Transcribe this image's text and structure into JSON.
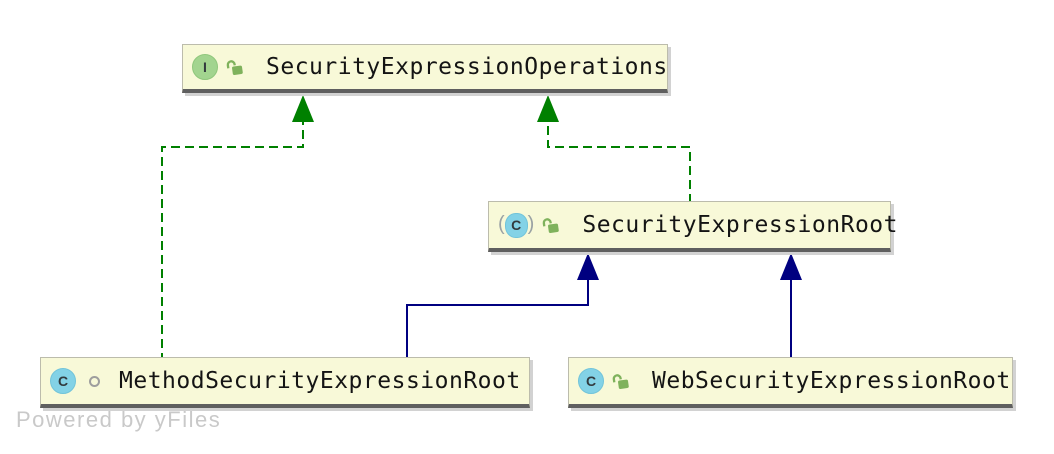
{
  "diagram": {
    "watermark": "Powered by yFiles",
    "icons": {
      "interface_letter": "I",
      "class_letter": "C",
      "paren_left": "(",
      "paren_right": ")"
    },
    "colors": {
      "node_fill": "#f8f9d8",
      "implements_edge": "#008000",
      "extends_edge": "#000080",
      "interface_icon_green": "#a2d48f",
      "class_icon_blue": "#83d2e6",
      "lock_green": "#7fb25c"
    },
    "nodes": [
      {
        "label": "SecurityExpressionOperations",
        "kind": "interface",
        "visibility": "public"
      },
      {
        "label": "SecurityExpressionRoot",
        "kind": "abstract-class",
        "visibility": "public"
      },
      {
        "label": "MethodSecurityExpressionRoot",
        "kind": "class",
        "visibility": "package-local"
      },
      {
        "label": "WebSecurityExpressionRoot",
        "kind": "class",
        "visibility": "public"
      }
    ],
    "edges": [
      {
        "from": "MethodSecurityExpressionRoot",
        "to": "SecurityExpressionOperations",
        "relation": "implements",
        "line": "dashed-green"
      },
      {
        "from": "SecurityExpressionRoot",
        "to": "SecurityExpressionOperations",
        "relation": "implements",
        "line": "dashed-green"
      },
      {
        "from": "MethodSecurityExpressionRoot",
        "to": "SecurityExpressionRoot",
        "relation": "extends",
        "line": "solid-navy"
      },
      {
        "from": "WebSecurityExpressionRoot",
        "to": "SecurityExpressionRoot",
        "relation": "extends",
        "line": "solid-navy"
      }
    ]
  }
}
